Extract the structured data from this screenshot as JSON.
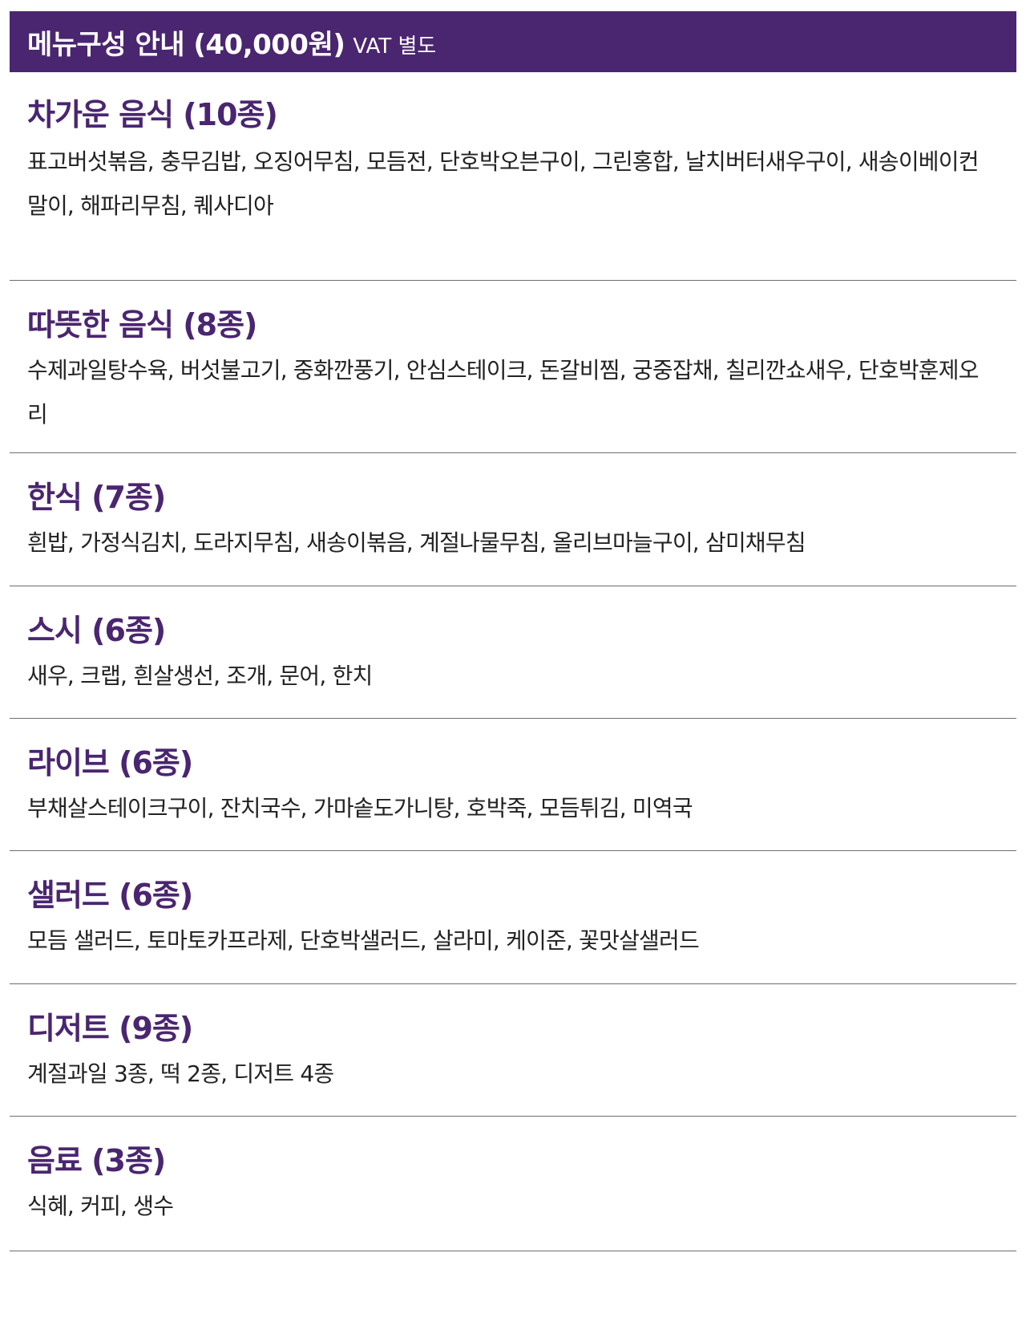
{
  "header": {
    "title": "메뉴구성 안내 (40,000원)",
    "note": "VAT 별도"
  },
  "sections": [
    {
      "title": "차가운 음식 (10종)",
      "items": "표고버섯볶음, 충무김밥, 오징어무침, 모듬전, 단호박오븐구이, 그린홍합, 날치버터새우구이, 새송이베이컨말이, 해파리무침, 퀘사디아"
    },
    {
      "title": "따뜻한 음식 (8종)",
      "items": "수제과일탕수육, 버섯불고기, 중화깐풍기, 안심스테이크, 돈갈비찜, 궁중잡채, 칠리깐쇼새우, 단호박훈제오리"
    },
    {
      "title": "한식 (7종)",
      "items": "흰밥, 가정식김치, 도라지무침, 새송이볶음, 계절나물무침, 올리브마늘구이, 삼미채무침"
    },
    {
      "title": "스시 (6종)",
      "items": "새우, 크랩, 흰살생선, 조개, 문어, 한치"
    },
    {
      "title": "라이브 (6종)",
      "items": "부채살스테이크구이, 잔치국수, 가마솥도가니탕, 호박죽, 모듬튀김, 미역국"
    },
    {
      "title": "샐러드 (6종)",
      "items": "모듬 샐러드, 토마토카프라제, 단호박샐러드, 살라미, 케이준, 꽃맛살샐러드"
    },
    {
      "title": "디저트 (9종)",
      "items": "계절과일 3종, 떡 2종, 디저트 4종"
    },
    {
      "title": "음료 (3종)",
      "items": "식혜, 커피, 생수"
    }
  ],
  "colors": {
    "header_bg": "#4a2570",
    "section_title": "#4a2570",
    "divider": "#6e6e6e"
  }
}
